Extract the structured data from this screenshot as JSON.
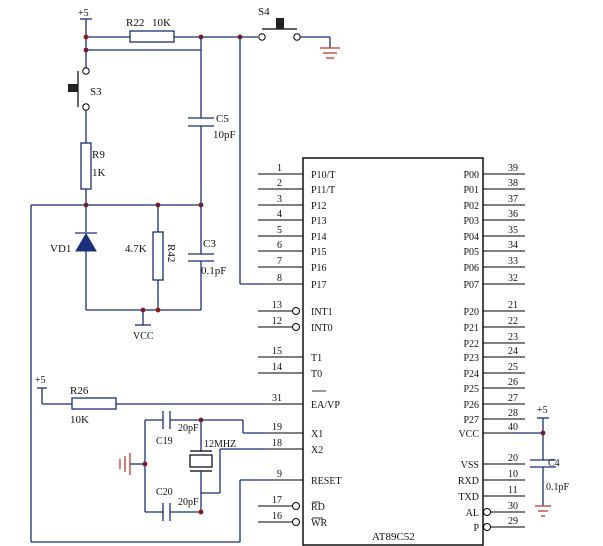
{
  "chip": {
    "name": "AT89C52",
    "left_pins": [
      {
        "num": "1",
        "label": "P10/T"
      },
      {
        "num": "2",
        "label": "P11/T"
      },
      {
        "num": "3",
        "label": "P12"
      },
      {
        "num": "4",
        "label": "P13"
      },
      {
        "num": "5",
        "label": "P14"
      },
      {
        "num": "6",
        "label": "P15"
      },
      {
        "num": "7",
        "label": "P16"
      },
      {
        "num": "8",
        "label": "P17"
      },
      {
        "num": "13",
        "label": "INT1"
      },
      {
        "num": "12",
        "label": "INT0"
      },
      {
        "num": "15",
        "label": "T1"
      },
      {
        "num": "14",
        "label": "T0"
      },
      {
        "num": "31",
        "label": "EA/VP"
      },
      {
        "num": "19",
        "label": "X1"
      },
      {
        "num": "18",
        "label": "X2"
      },
      {
        "num": "9",
        "label": "RESET"
      },
      {
        "num": "17",
        "label": "RD"
      },
      {
        "num": "16",
        "label": "WR"
      }
    ],
    "right_pins": [
      {
        "num": "39",
        "label": "P00"
      },
      {
        "num": "38",
        "label": "P01"
      },
      {
        "num": "37",
        "label": "P02"
      },
      {
        "num": "36",
        "label": "P03"
      },
      {
        "num": "35",
        "label": "P04"
      },
      {
        "num": "34",
        "label": "P05"
      },
      {
        "num": "33",
        "label": "P06"
      },
      {
        "num": "32",
        "label": "P07"
      },
      {
        "num": "21",
        "label": "P20"
      },
      {
        "num": "22",
        "label": "P21"
      },
      {
        "num": "23",
        "label": "P22"
      },
      {
        "num": "24",
        "label": "P23"
      },
      {
        "num": "25",
        "label": "P24"
      },
      {
        "num": "26",
        "label": "P25"
      },
      {
        "num": "27",
        "label": "P26"
      },
      {
        "num": "28",
        "label": "P27"
      },
      {
        "num": "40",
        "label": "VCC"
      },
      {
        "num": "20",
        "label": "VSS"
      },
      {
        "num": "10",
        "label": "RXD"
      },
      {
        "num": "11",
        "label": "TXD"
      },
      {
        "num": "30",
        "label": "AL"
      },
      {
        "num": "29",
        "label": "P"
      }
    ]
  },
  "components": {
    "plus5_top": "+5",
    "r22_ref": "R22",
    "r22_val": "10K",
    "s4": "S4",
    "s3": "S3",
    "c5_ref": "C5",
    "c5_val": "10pF",
    "r9_ref": "R9",
    "r9_val": "1K",
    "vd1": "VD1",
    "r42_val": "4.7K",
    "r42_ref": "R42",
    "c3_ref": "C3",
    "c3_val": "0.1pF",
    "vcc": "VCC",
    "plus5_left": "+5",
    "r26_ref": "R26",
    "r26_val": "10K",
    "c19_val": "20pF",
    "c19_ref": "C19",
    "crystal": "12MHZ",
    "c20_ref": "C20",
    "c20_val": "20pF",
    "plus5_right": "+5",
    "c4_ref": "C4",
    "c4_val": "0.1pF"
  }
}
